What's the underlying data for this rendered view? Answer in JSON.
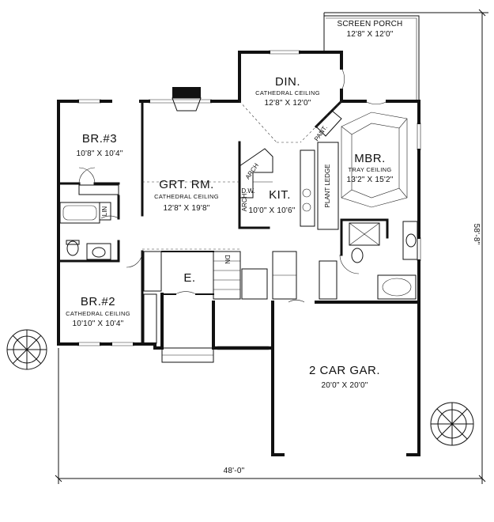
{
  "rooms": {
    "screen_porch": {
      "name": "SCREEN PORCH",
      "dims": "12'8\" X 12'0\""
    },
    "din": {
      "name": "DIN.",
      "note": "CATHEDRAL CEILING",
      "dims": "12'8\" X 12'0\""
    },
    "br3": {
      "name": "BR.#3",
      "dims": "10'8\" X 10'4\""
    },
    "grt_rm": {
      "name": "GRT. RM.",
      "note": "CATHEDRAL CEILING",
      "dims": "12'8\" X 19'8\""
    },
    "kit": {
      "name": "KIT.",
      "dims": "10'0\" X 10'6\""
    },
    "mbr": {
      "name": "MBR.",
      "note": "TRAY CEILING",
      "dims": "13'2\" X 15'2\""
    },
    "br2": {
      "name": "BR.#2",
      "note": "CATHEDRAL CEILING",
      "dims": "10'10\" X 10'4\""
    },
    "entry": {
      "name": "E."
    },
    "garage": {
      "name": "2 CAR GAR.",
      "dims": "20'0\" X 20'0\""
    }
  },
  "small_labels": {
    "arch_top": "ARCH",
    "arch_side": "ARCH",
    "dw": "D.W.",
    "pant": "PANT.",
    "plant_ledge": "PLANT LEDGE",
    "lin": "LIN",
    "dn": "DN"
  },
  "overall": {
    "width": "48'-0\"",
    "depth": "58'-8\""
  }
}
